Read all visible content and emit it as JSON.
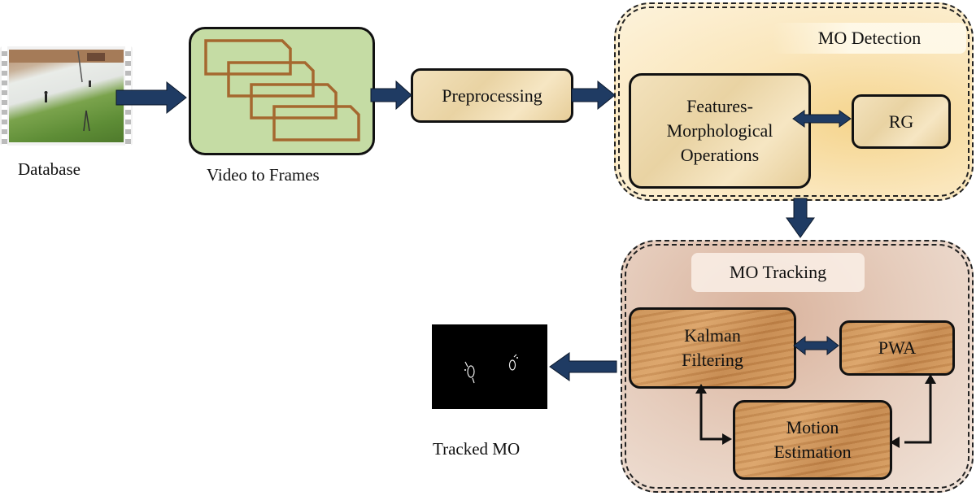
{
  "nodes": {
    "database_label": "Database",
    "video_frames_label": "Video to Frames",
    "preprocessing": "Preprocessing",
    "mo_detection": "MO Detection",
    "features_line1": "Features-",
    "features_line2": "Morphological",
    "features_line3": "Operations",
    "rg": "RG",
    "mo_tracking": "MO Tracking",
    "kalman_line1": "Kalman",
    "kalman_line2": "Filtering",
    "pwa": "PWA",
    "motion_line1": "Motion",
    "motion_line2": "Estimation",
    "tracked_label": "Tracked MO"
  },
  "colors": {
    "arrow_fill": "#1f3b63",
    "frames_bg": "#c5dca4",
    "frame_stroke": "#a5682f",
    "detection_bg": "#fbe6b4",
    "tracking_bg": "#e3c7b6"
  }
}
